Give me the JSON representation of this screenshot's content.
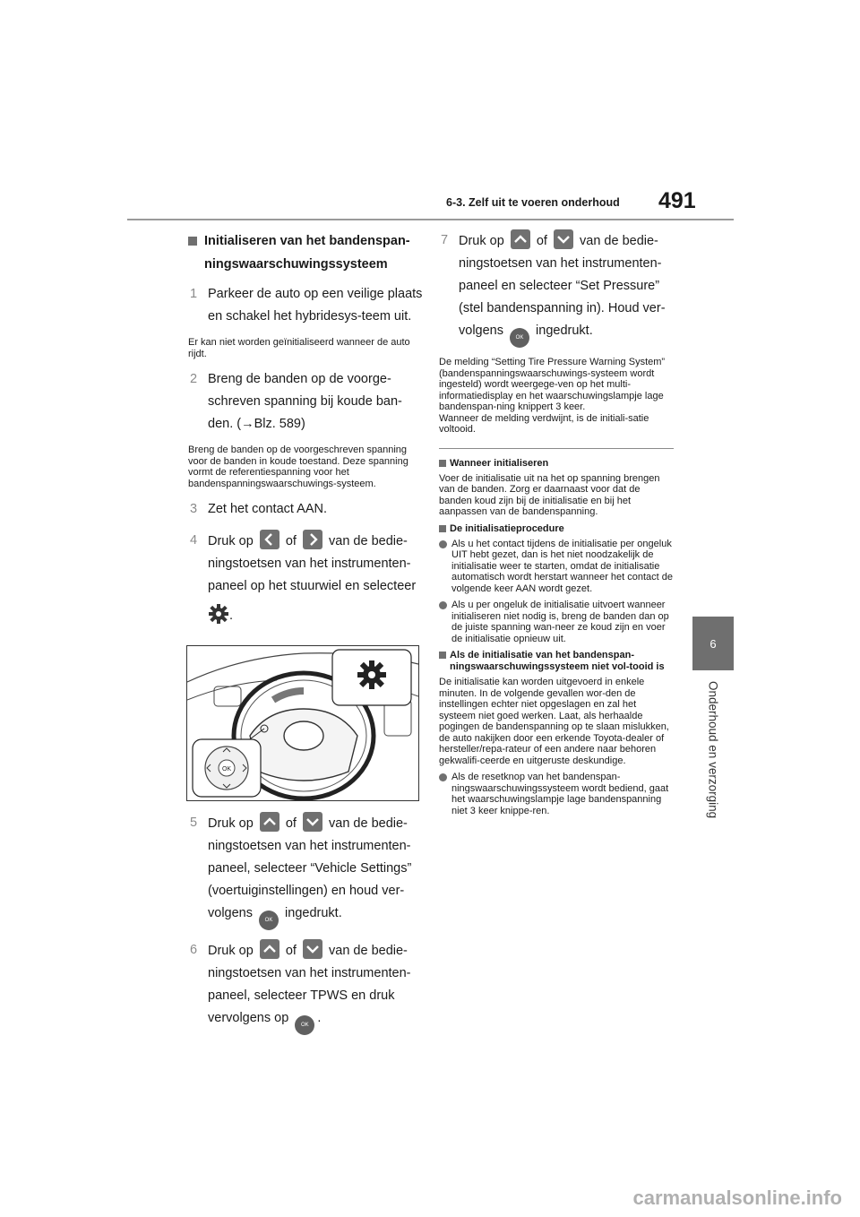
{
  "header": {
    "section": "6-3. Zelf uit te voeren onderhoud",
    "page_number": "491"
  },
  "side_tab": {
    "chapter_number": "6",
    "chapter_title": "Onderhoud en verzorging"
  },
  "left": {
    "heading": "Initialiseren van het bandenspan-ningswaarschuwingssysteem",
    "step1": {
      "num": "1",
      "text": "Parkeer de auto op een veilige plaats en schakel het hybridesys-teem uit."
    },
    "note1": "Er kan niet worden geïnitialiseerd wanneer de auto rijdt.",
    "step2": {
      "num": "2",
      "text": "Breng de banden op de voorge-schreven spanning bij koude ban-den. (→Blz. 589)"
    },
    "note2": "Breng de banden op de voorgeschreven spanning voor de banden in koude toestand. Deze spanning vormt de referentiespanning voor het bandenspanningswaarschuwings-systeem.",
    "step3": {
      "num": "3",
      "text": "Zet het contact AAN."
    },
    "step4": {
      "num": "4",
      "pre": "Druk op",
      "mid": "of",
      "post": "van de bedie-ningstoetsen van het instrumenten-paneel op het stuurwiel en selecteer",
      "end": "."
    },
    "step5": {
      "num": "5",
      "pre": "Druk op",
      "mid": "of",
      "post": "van de bedie-ningstoetsen van het instrumenten-paneel, selecteer “Vehicle Settings” (voertuiginstellingen) en houd ver-volgens",
      "end": "ingedrukt."
    },
    "step6": {
      "num": "6",
      "pre": "Druk op",
      "mid": "of",
      "post": "van de bedie-ningstoetsen van het instrumenten-paneel, selecteer TPWS en druk vervolgens op",
      "end": "."
    }
  },
  "right": {
    "step7": {
      "num": "7",
      "pre": "Druk op",
      "mid": "of",
      "post": "van de bedie-ningstoetsen van het instrumenten-paneel en selecteer “Set Pressure” (stel bandenspanning in). Houd ver-volgens",
      "end": "ingedrukt."
    },
    "note7": "De melding “Setting Tire Pressure Warning System” (bandenspanningswaarschuwings-systeem wordt ingesteld) wordt weergege-ven op het multi-informatiedisplay en het waarschuwingslampje lage bandenspan-ning knippert 3 keer.",
    "note7b": "Wanneer de melding verdwijnt, is de initiali-satie voltooid.",
    "when_heading": "Wanneer initialiseren",
    "when_body": "Voer de initialisatie uit na het op spanning brengen van de banden. Zorg er daarnaast voor dat de banden koud zijn bij de initialisatie en bij het aanpassen van de bandenspanning.",
    "proc_heading": "De initialisatieprocedure",
    "proc_bullet1": "Als u het contact tijdens de initialisatie per ongeluk UIT hebt gezet, dan is het niet noodzakelijk de initialisatie weer te starten, omdat de initialisatie automatisch wordt herstart wanneer het contact de volgende keer AAN wordt gezet.",
    "proc_bullet2": "Als u per ongeluk de initialisatie uitvoert wanneer initialiseren niet nodig is, breng de banden dan op de juiste spanning wan-neer ze koud zijn en voer de initialisatie opnieuw uit.",
    "fail_heading": "Als de initialisatie van het bandenspan-ningswaarschuwingssysteem niet vol-tooid is",
    "fail_body": "De initialisatie kan worden uitgevoerd in enkele minuten. In de volgende gevallen wor-den de instellingen echter niet opgeslagen en zal het systeem niet goed werken. Laat, als herhaalde pogingen de bandenspanning op te slaan mislukken, de auto nakijken door een erkende Toyota-dealer of hersteller/repa-rateur of een andere naar behoren gekwalifi-ceerde en uitgeruste deskundige.",
    "fail_bullet1": "Als de resetknop van het bandenspan-ningswaarschuwingssysteem wordt bediend, gaat het waarschuwingslampje lage bandenspanning niet 3 keer knippe-ren."
  },
  "ok_label": "OK",
  "watermark": "carmanualsonline.info"
}
